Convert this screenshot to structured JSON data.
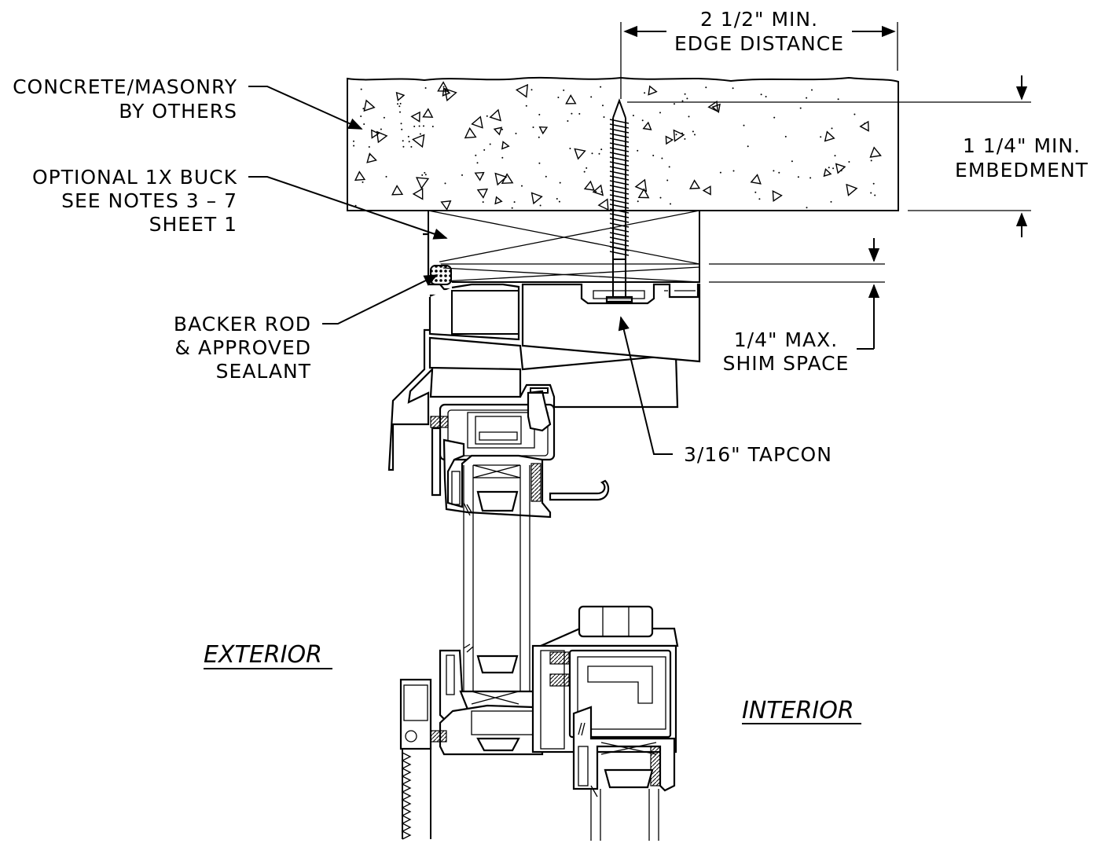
{
  "labels": {
    "edge_distance_line1": "2 1/2\" MIN.",
    "edge_distance_line2": "EDGE DISTANCE",
    "concrete_line1": "CONCRETE/MASONRY",
    "concrete_line2": "BY OTHERS",
    "buck_line1": "OPTIONAL 1X BUCK",
    "buck_line2": "SEE NOTES 3 – 7",
    "buck_line3": "SHEET 1",
    "embedment_line1": "1 1/4\" MIN.",
    "embedment_line2": "EMBEDMENT",
    "backer_line1": "BACKER ROD",
    "backer_line2": "& APPROVED",
    "backer_line3": "SEALANT",
    "shim_line1": "1/4\" MAX.",
    "shim_line2": "SHIM SPACE",
    "tapcon": "3/16\" TAPCON",
    "exterior": "EXTERIOR",
    "interior": "INTERIOR"
  },
  "colors": {
    "line": "#000000",
    "background": "#ffffff"
  }
}
